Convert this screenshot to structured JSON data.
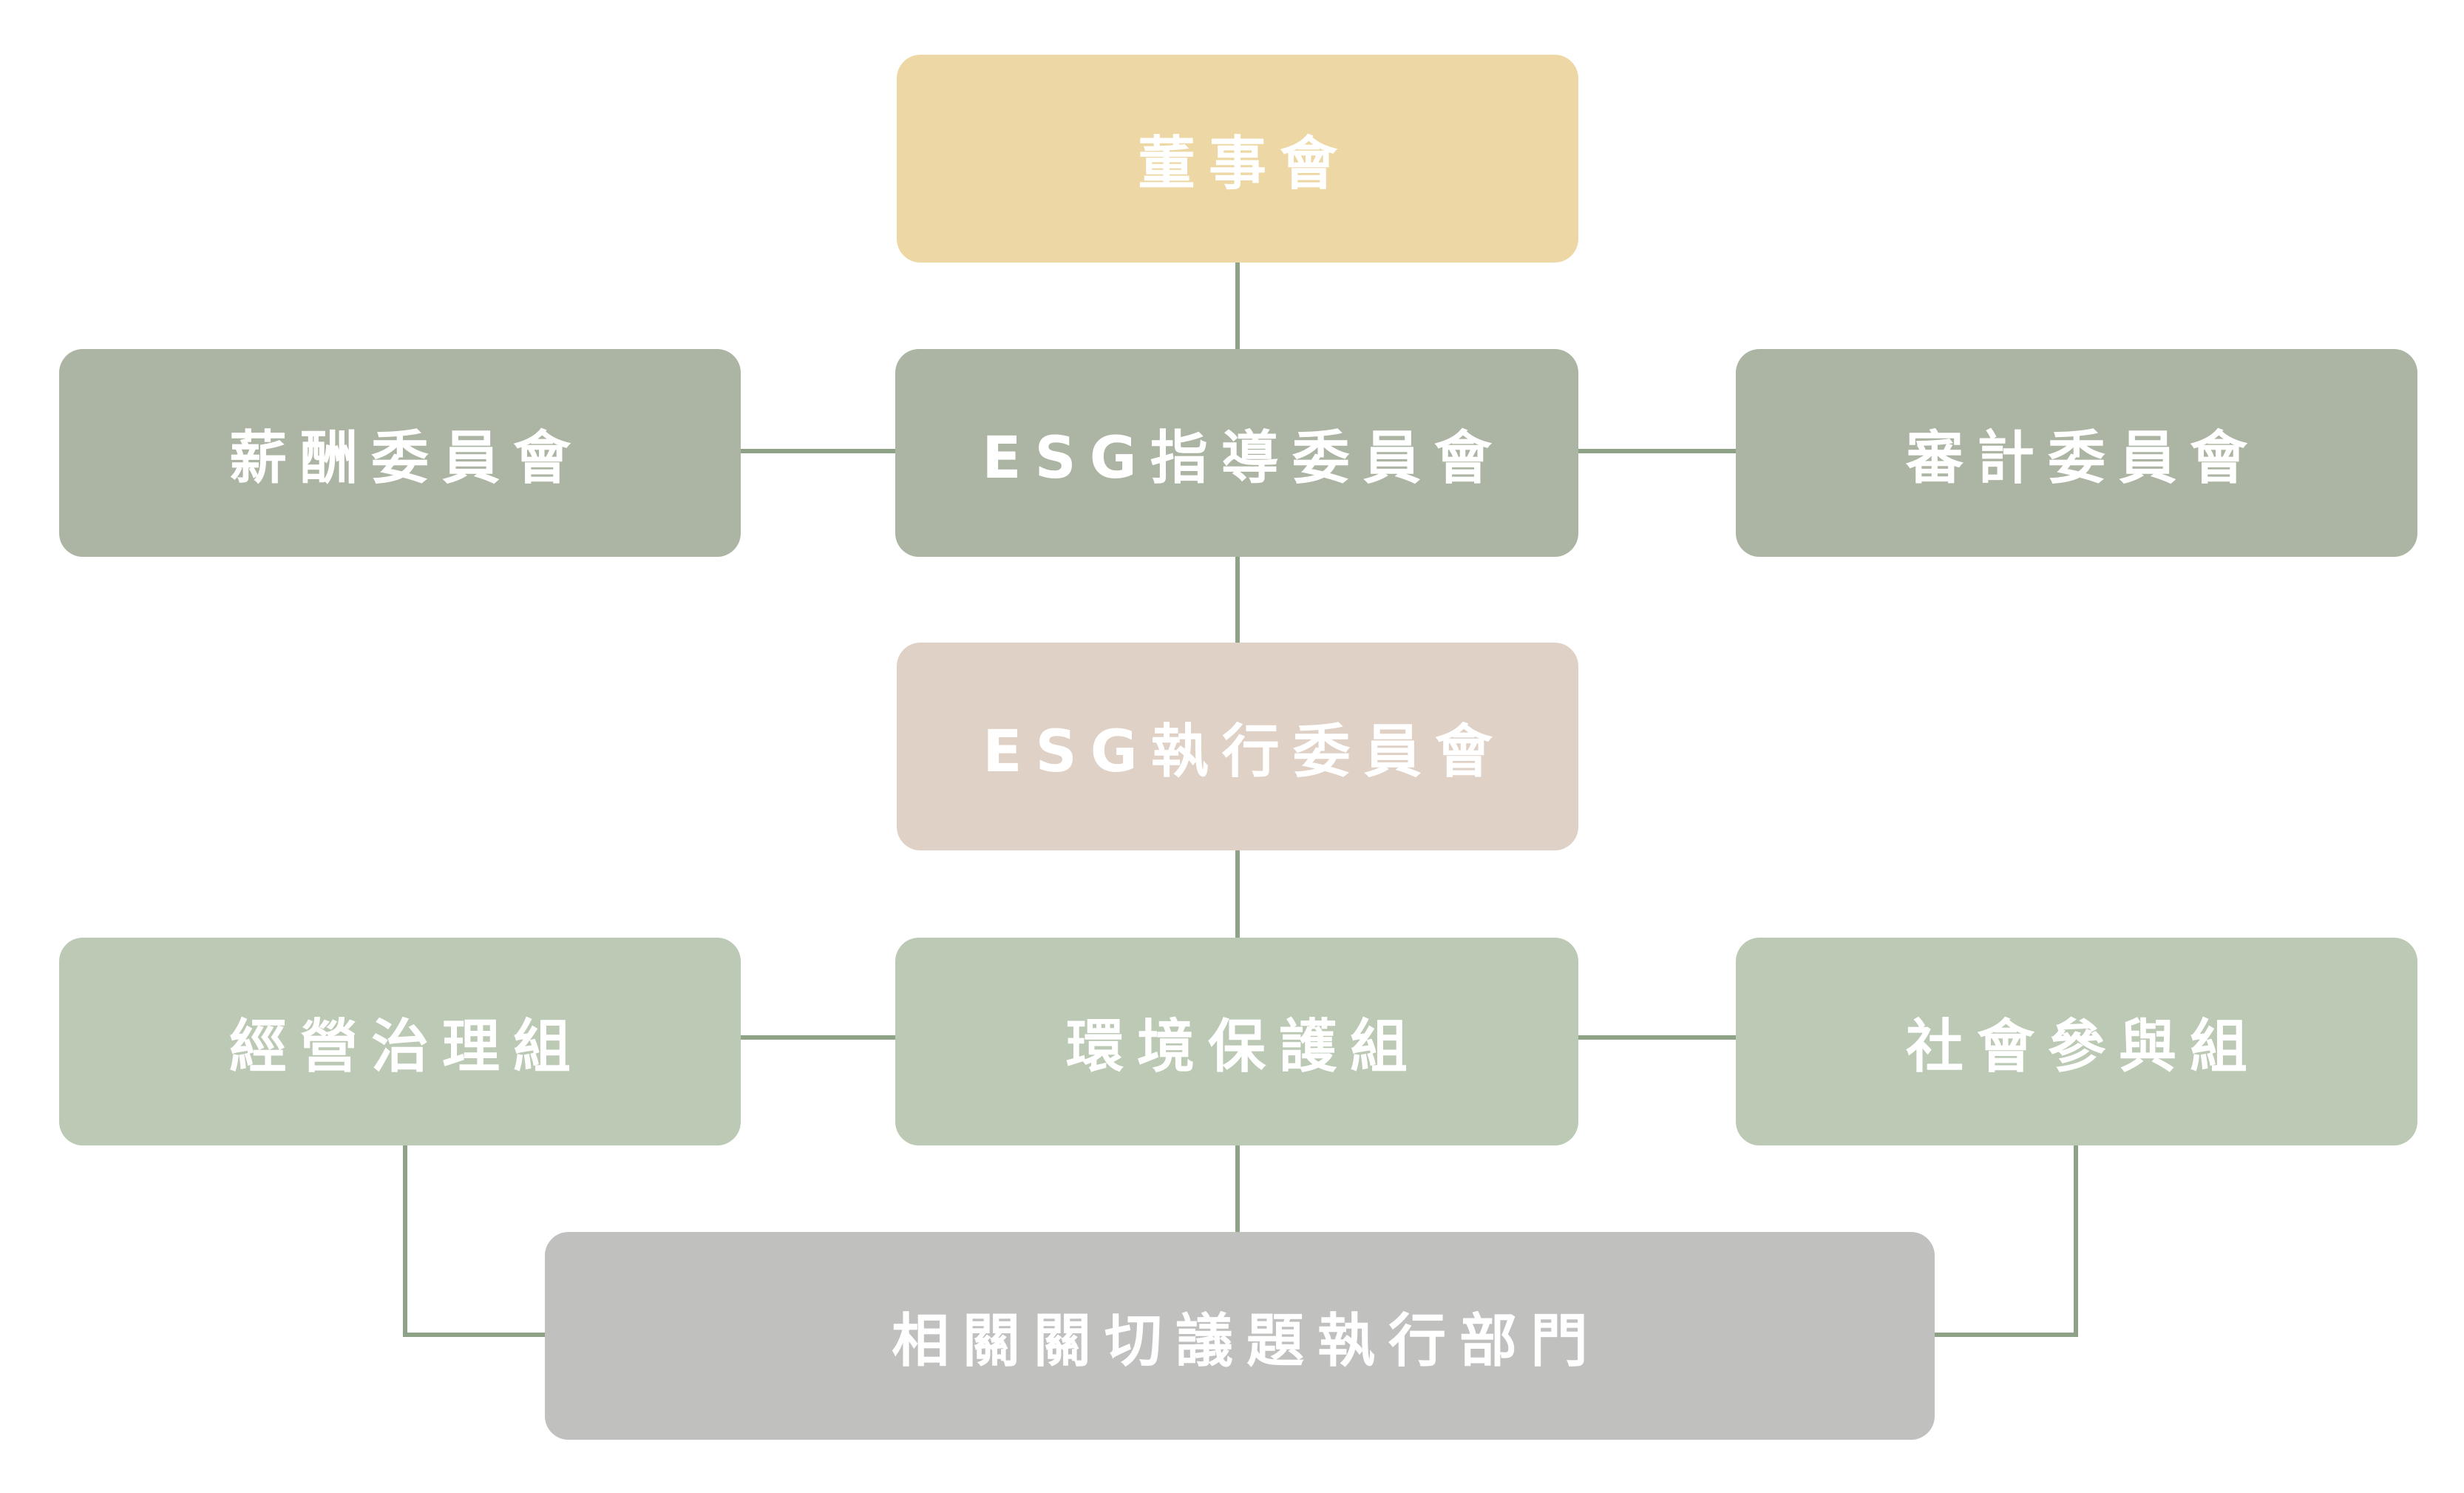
{
  "diagram": {
    "nodes": {
      "board": {
        "label": "董事會",
        "color": "#edd8a5"
      },
      "compensation": {
        "label": "薪酬委員會",
        "color": "#acb5a3"
      },
      "steering": {
        "label": "ESG指導委員會",
        "color": "#acb5a3"
      },
      "audit": {
        "label": "審計委員會",
        "color": "#acb5a3"
      },
      "execution": {
        "label": "ESG執行委員會",
        "color": "#dfd1c5"
      },
      "governance_group": {
        "label": "經營治理組",
        "color": "#bcc9b5"
      },
      "environment_group": {
        "label": "環境保護組",
        "color": "#bcc9b5"
      },
      "social_group": {
        "label": "社會參與組",
        "color": "#bcc9b5"
      },
      "departments": {
        "label": "相關關切議題執行部門",
        "color": "#c0c0be"
      }
    },
    "connector_color": "#8ea287"
  }
}
